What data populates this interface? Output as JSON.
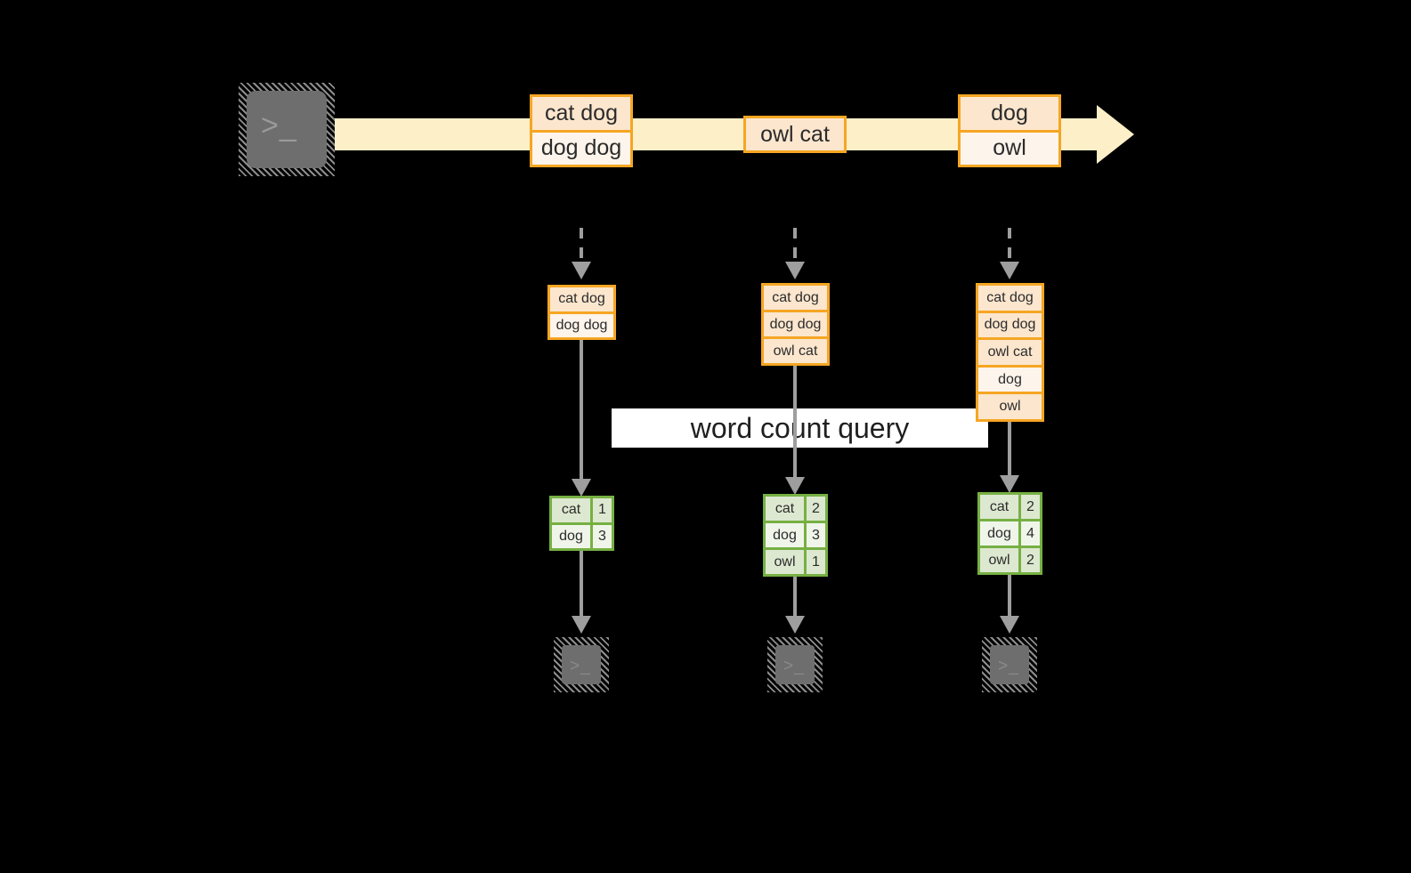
{
  "diagram": {
    "title_banner": "word count query",
    "colors": {
      "stream_band": "#FDEFC8",
      "event_border": "#F5A623",
      "event_fill_dark": "#FCE6CE",
      "event_fill_light": "#FDF4EB",
      "result_border": "#76B043",
      "result_fill_dark": "#DDE8D0",
      "result_fill_light": "#F0F5EA",
      "connector": "#9E9E9E",
      "terminal_fill": "#6E6E6E",
      "banner_fill": "#FFFFFF",
      "background": "#000000"
    },
    "source": {
      "icon": "terminal-icon",
      "prompt": ">_"
    },
    "stream": {
      "events": [
        {
          "lines": [
            "cat dog",
            "dog dog"
          ]
        },
        {
          "lines": [
            "owl cat"
          ]
        },
        {
          "lines": [
            "dog",
            "owl"
          ]
        }
      ]
    },
    "columns": [
      {
        "snapshot": {
          "lines": [
            "cat dog",
            "dog dog"
          ]
        },
        "result": {
          "rows": [
            {
              "word": "cat",
              "count": "1"
            },
            {
              "word": "dog",
              "count": "3"
            }
          ]
        },
        "sink": {
          "icon": "terminal-icon",
          "prompt": ">_"
        }
      },
      {
        "snapshot": {
          "lines": [
            "cat dog",
            "dog dog",
            "owl cat"
          ]
        },
        "result": {
          "rows": [
            {
              "word": "cat",
              "count": "2"
            },
            {
              "word": "dog",
              "count": "3"
            },
            {
              "word": "owl",
              "count": "1"
            }
          ]
        },
        "sink": {
          "icon": "terminal-icon",
          "prompt": ">_"
        }
      },
      {
        "snapshot": {
          "lines": [
            "cat dog",
            "dog dog",
            "owl cat",
            "dog",
            "owl"
          ]
        },
        "result": {
          "rows": [
            {
              "word": "cat",
              "count": "2"
            },
            {
              "word": "dog",
              "count": "4"
            },
            {
              "word": "owl",
              "count": "2"
            }
          ]
        },
        "sink": {
          "icon": "terminal-icon",
          "prompt": ">_"
        }
      }
    ]
  }
}
